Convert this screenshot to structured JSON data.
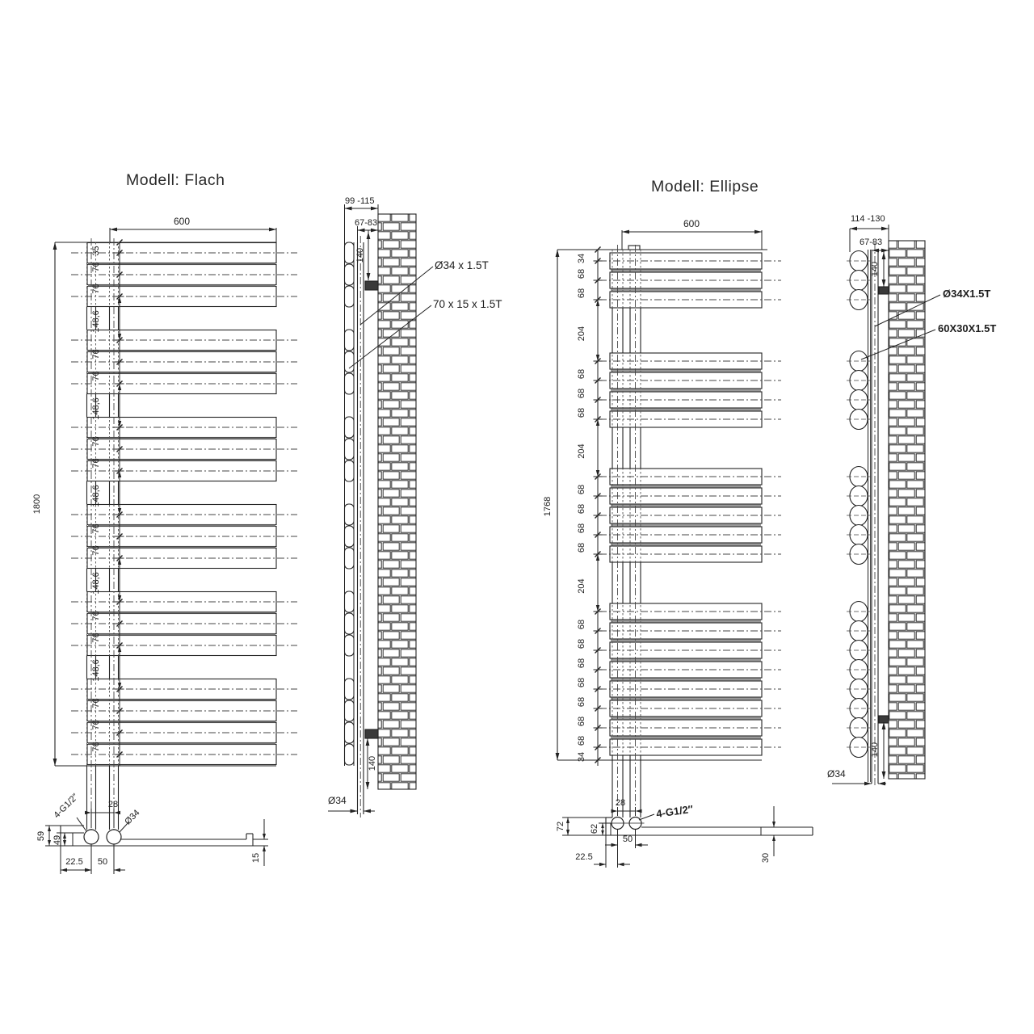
{
  "flach": {
    "title": "Modell: Flach",
    "front": {
      "width_label": "600",
      "height_label": "1800",
      "bar_groups": [
        3,
        3,
        3,
        3,
        3,
        4
      ],
      "dim_labels": [
        "35",
        "76",
        "76",
        "148,6",
        "76",
        "76",
        "148,6",
        "76",
        "76",
        "148,6",
        "76",
        "76",
        "148,6",
        "76",
        "76",
        "148,6",
        "76",
        "76",
        "76"
      ]
    },
    "side": {
      "wall_offset_label": "99 -115",
      "pipe_offset_label": "67-83",
      "top_bracket_label": "140",
      "bottom_bracket_label": "140",
      "tube_label": "Ø34 x 1.5T",
      "profile_label": "70 x 15 x 1.5T",
      "bottom_dia_label": "Ø34"
    },
    "detail": {
      "thread_label": "4-G1/2″",
      "top_pitch_label": "28",
      "dia_label": "Ø34",
      "height_label": "59",
      "step_height_label": "49",
      "left_offset_label": "22.5",
      "pipe_pitch_label": "50",
      "thickness_label": "15"
    }
  },
  "ellipse": {
    "title": "Modell: Ellipse",
    "front": {
      "width_label": "600",
      "height_label": "1768",
      "bar_groups": [
        3,
        4,
        5,
        8
      ],
      "dim_labels": [
        "34",
        "68",
        "68",
        "204",
        "68",
        "68",
        "68",
        "204",
        "68",
        "68",
        "68",
        "68",
        "204",
        "68",
        "68",
        "68",
        "68",
        "68",
        "68",
        "68",
        "34"
      ]
    },
    "side": {
      "wall_offset_label": "114 -130",
      "pipe_offset_label": "67-83",
      "top_bracket_label": "140",
      "bottom_bracket_label": "140",
      "tube_label": "Ø34X1.5T",
      "profile_label": "60X30X1.5T",
      "bottom_dia_label": "Ø34"
    },
    "detail": {
      "thread_label": "4-G1/2″",
      "top_pitch_label": "28",
      "height_label": "72",
      "step_height_label": "62",
      "left_offset_label": "22.5",
      "pipe_pitch_label": "50",
      "thickness_label": "30"
    }
  }
}
